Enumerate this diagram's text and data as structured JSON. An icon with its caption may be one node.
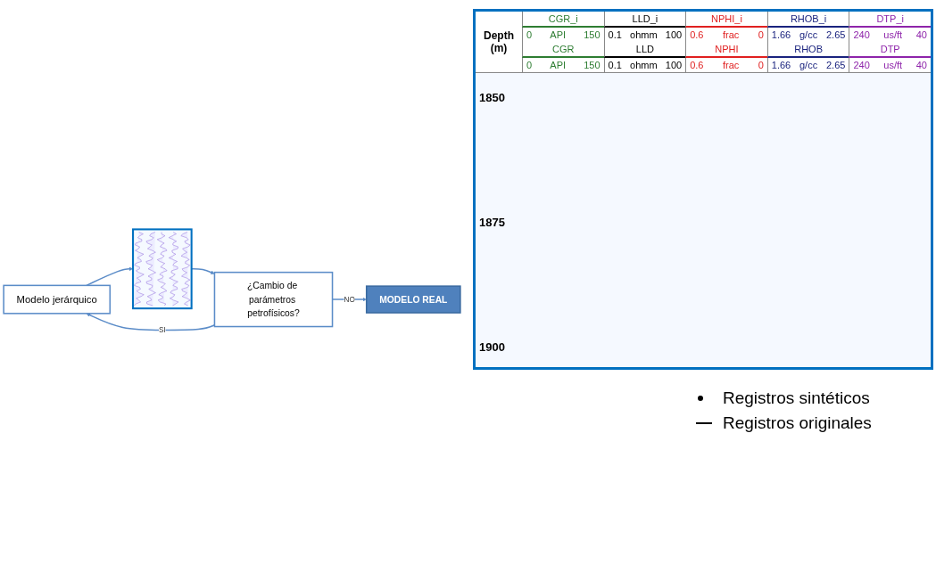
{
  "diagram": {
    "nodes": [
      {
        "text": [
          "Modelo jerárquico"
        ]
      },
      {
        "text": [],
        "shape": "picture"
      },
      {
        "text": [
          "¿Cambio de parámetros petrofísicos?"
        ]
      },
      {
        "text": [
          "MODELO REAL"
        ]
      }
    ],
    "edges": [
      {
        "from": 0,
        "to": 1,
        "arrow": "to"
      },
      {
        "from": 1,
        "to": 2,
        "arrow": "to"
      },
      {
        "from": 2,
        "to": 0,
        "arrow": "to",
        "label": "SI"
      },
      {
        "from": 2,
        "to": 3,
        "arrow": "to",
        "label": "NO"
      }
    ],
    "labels": [
      "CGR_i",
      "LLD_i",
      "NPHI_i",
      "RHOB_i",
      "DTP_i",
      "Depth (m)",
      "0",
      "API",
      "150",
      "0.1",
      "ohmm",
      "100",
      "0.6",
      "frac",
      "0",
      "1.66",
      "g/cc",
      "2.65",
      "240",
      "us/ft",
      "40",
      "CGR",
      "LLD",
      "NPHI",
      "RHOB",
      "DTP",
      "0",
      "API",
      "150",
      "0.1",
      "ohmm",
      "100",
      "0.6",
      "frac",
      "0",
      "1.66",
      "g/cc",
      "2.65",
      "240",
      "us/ft",
      "40",
      "1850",
      "1875",
      "1900"
    ],
    "legend": [
      {
        "text": "Registros sintéticos"
      },
      {
        "text": "Registros originales"
      }
    ]
  }
}
